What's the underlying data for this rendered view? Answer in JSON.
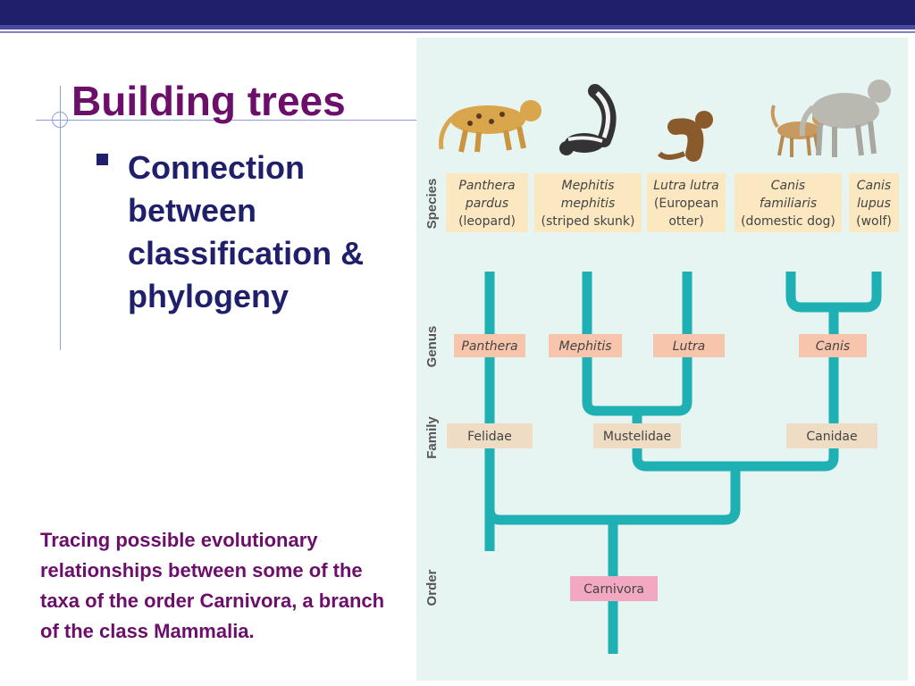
{
  "slide": {
    "title": "Building trees",
    "bullet": "Connection between classification & phylogeny",
    "caption": "Tracing possible evolutionary relationships between some of the taxa of the order Carnivora, a branch of the class Mammalia."
  },
  "figure": {
    "ranks": {
      "species": "Species",
      "genus": "Genus",
      "family": "Family",
      "order": "Order"
    },
    "species": [
      {
        "line1": "Panthera",
        "line2": "pardus",
        "line3": "(leopard)"
      },
      {
        "line1": "Mephitis",
        "line2": "mephitis",
        "line3": "(striped skunk)"
      },
      {
        "line1": "Lutra lutra",
        "line2": "(European",
        "line3": "otter)"
      },
      {
        "line1": "Canis",
        "line2": "familiaris",
        "line3": "(domestic dog)"
      },
      {
        "line1": "Canis",
        "line2": "lupus",
        "line3": "(wolf)"
      }
    ],
    "genera": [
      "Panthera",
      "Mephitis",
      "Lutra",
      "Canis"
    ],
    "families": [
      "Felidae",
      "Mustelidae",
      "Canidae"
    ],
    "order": "Carnivora",
    "animals": [
      "leopard",
      "striped skunk",
      "European otter",
      "domestic dog",
      "wolf"
    ],
    "colors": {
      "branch": "#1fb0b4",
      "species_box": "#fbe8c0",
      "genus_box": "#f6c5ab",
      "family_box": "#efdcc4",
      "order_box": "#f3a8c2",
      "background": "#e6f4f2"
    }
  }
}
